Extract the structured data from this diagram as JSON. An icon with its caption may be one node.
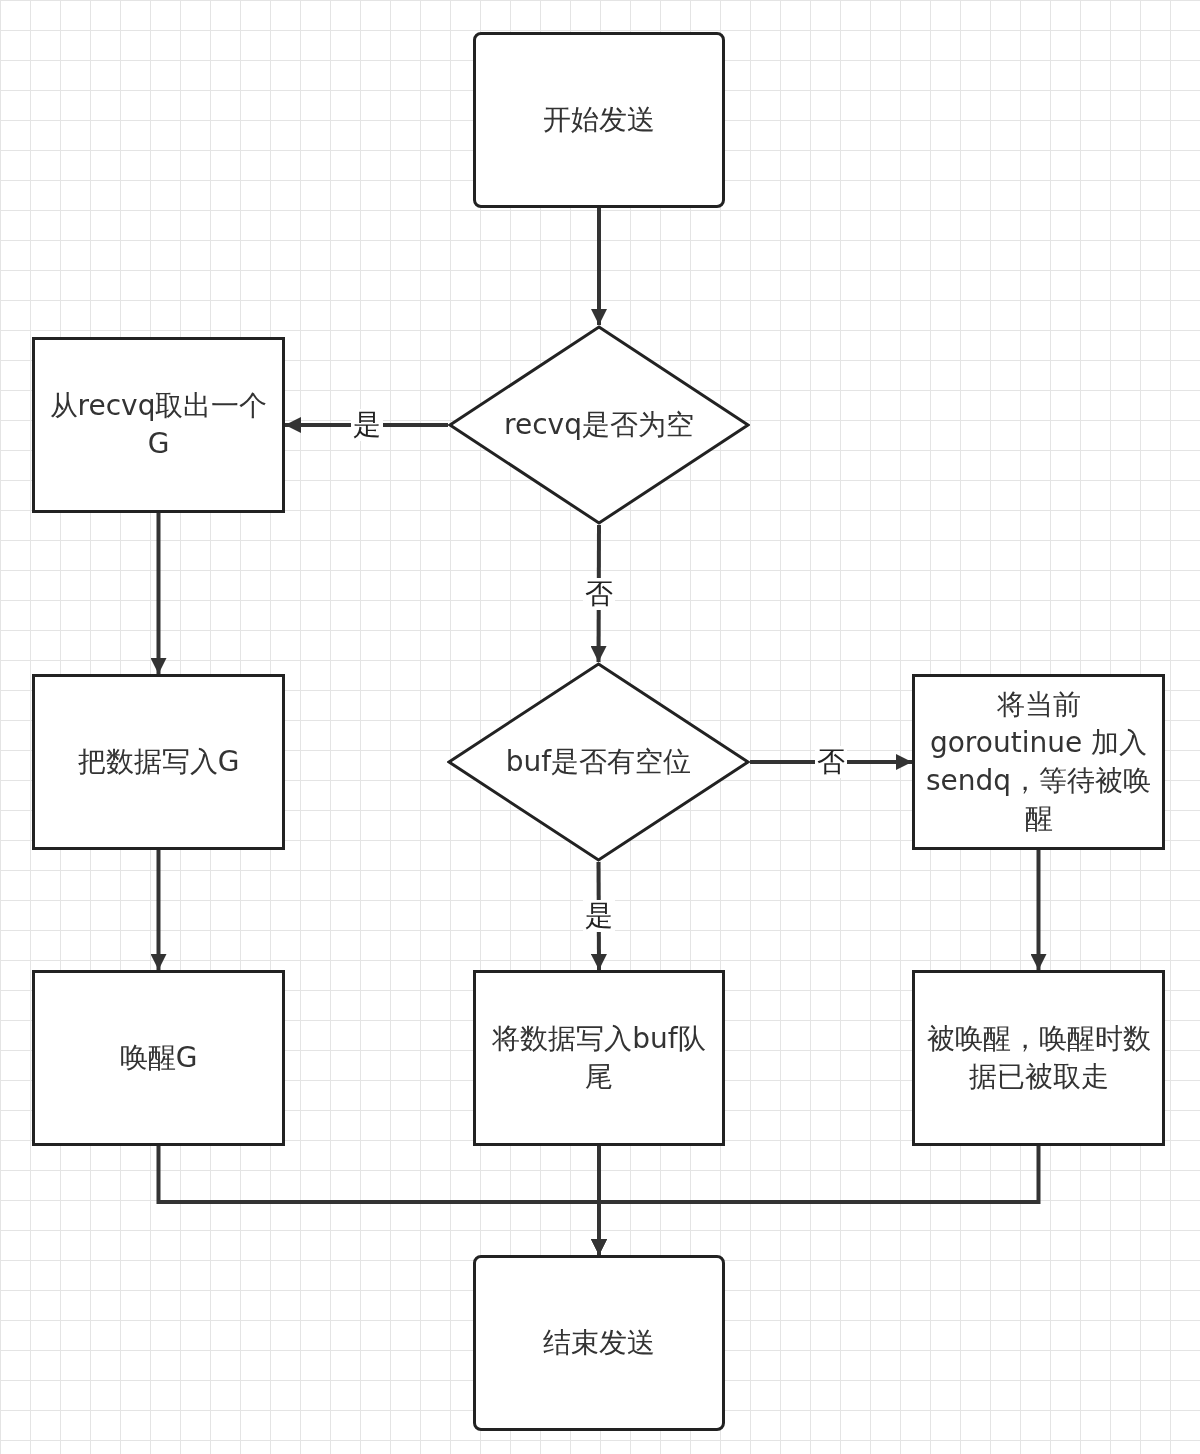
{
  "diagram": {
    "nodes": [
      {
        "text": [
          "开始发送"
        ]
      },
      {
        "text": [
          "recvq是否为空"
        ]
      },
      {
        "text": [
          "从recvq取出一个G"
        ]
      },
      {
        "text": [
          "把数据写入G"
        ]
      },
      {
        "text": [
          "唤醒G"
        ]
      },
      {
        "text": [
          "buf是否有空位"
        ]
      },
      {
        "text": [
          "将当前 goroutinue 加入sendq，等待被唤醒"
        ]
      },
      {
        "text": [
          "将数据写入buf队尾"
        ]
      },
      {
        "text": [
          "被唤醒，唤醒时数据已被取走"
        ]
      },
      {
        "text": [
          "结束发送"
        ]
      }
    ],
    "edges": [
      {
        "from": 0,
        "to": 1,
        "arrow": "to"
      },
      {
        "from": 1,
        "to": 2,
        "arrow": "to",
        "label": "是"
      },
      {
        "from": 1,
        "to": 5,
        "arrow": "to",
        "label": "否"
      },
      {
        "from": 2,
        "to": 3,
        "arrow": "to"
      },
      {
        "from": 5,
        "to": 6,
        "arrow": "to",
        "label": "否"
      },
      {
        "from": 5,
        "to": 7,
        "arrow": "to",
        "label": "是"
      },
      {
        "from": 3,
        "to": 4,
        "arrow": "to"
      },
      {
        "from": 6,
        "to": 8,
        "arrow": "to"
      },
      {
        "from": 4,
        "to": 9,
        "arrow": "to"
      },
      {
        "from": 7,
        "to": 9,
        "arrow": "to"
      },
      {
        "from": 8,
        "to": 9,
        "arrow": "to"
      }
    ]
  }
}
